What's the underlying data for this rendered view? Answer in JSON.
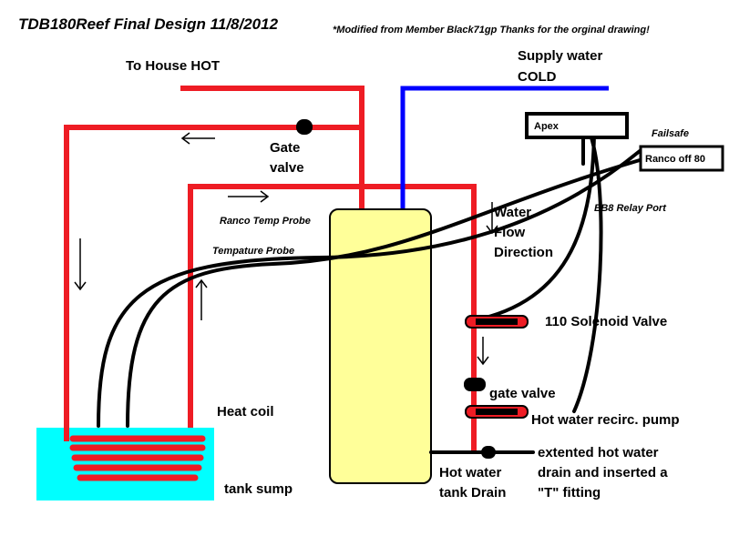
{
  "title": "TDB180Reef Final Design 11/8/2012",
  "credit": "*Modified from Member Black71gp Thanks for the orginal drawing!",
  "labels": {
    "to_house_hot": "To House HOT",
    "supply_water_1": "Supply water",
    "supply_water_2": "COLD",
    "apex": "Apex",
    "failsafe": "Failsafe",
    "ranco_off": "Ranco off 80",
    "eb8": "EB8 Relay Port",
    "gate_valve_1": "Gate",
    "gate_valve_2": "valve",
    "ranco_probe": "Ranco Temp Probe",
    "temp_probe": "Tempature Probe",
    "water_flow_1": "Water",
    "water_flow_2": "Flow",
    "water_flow_3": "Direction",
    "solenoid": "110 Solenoid Valve",
    "gate_valve_lower": "gate valve",
    "recirc_pump": "Hot water recirc.  pump",
    "heat_coil": "Heat coil",
    "tank_sump": "tank sump",
    "tank_drain_1": "Hot water",
    "tank_drain_2": "tank Drain",
    "drain_note_1": "extented hot water",
    "drain_note_2": "drain and inserted a",
    "drain_note_3": "\"T\" fitting"
  },
  "colors": {
    "hot_pipe": "#ee1c24",
    "cold_pipe": "#0000ff",
    "sump_water": "#00ffff",
    "heater_tank": "#ffff99",
    "wire": "#000000"
  }
}
